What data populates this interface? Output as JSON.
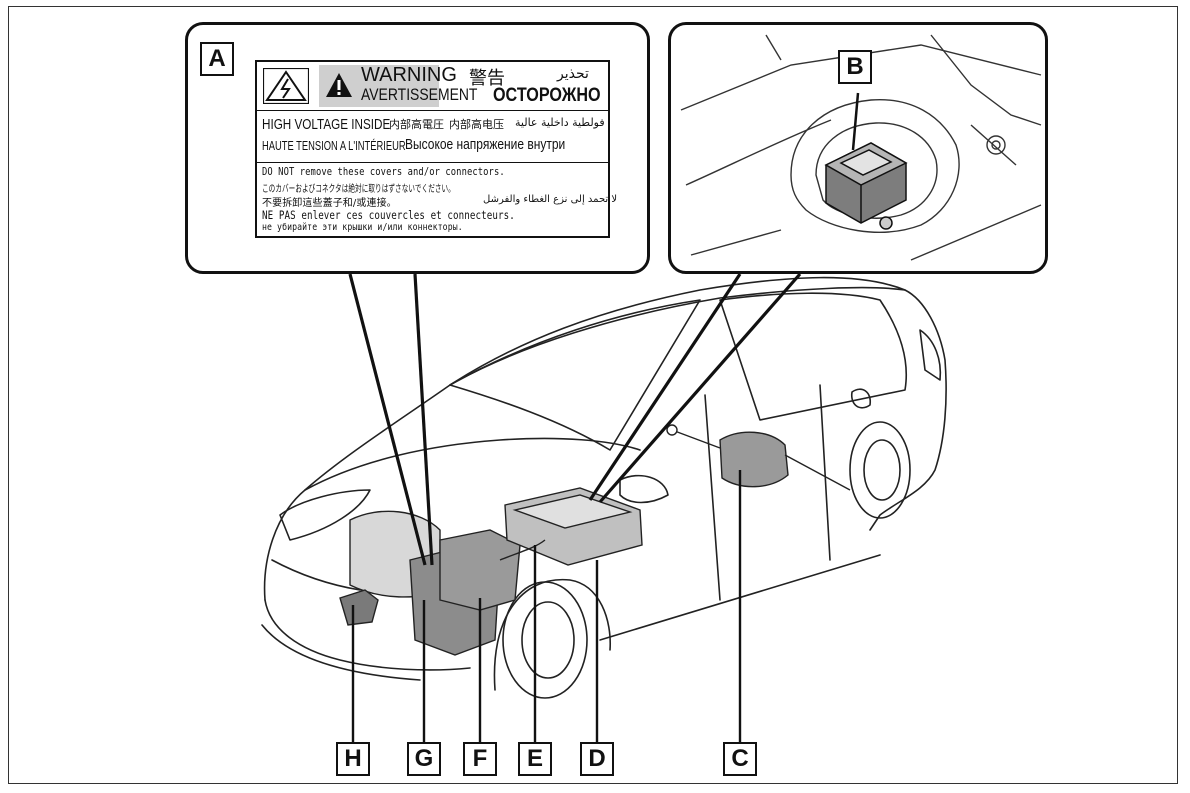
{
  "callout_a": {
    "letter": "A",
    "label": {
      "warning_en": "WARNING",
      "warning_fr": "AVERTISSEMENT",
      "warning_cjk": "警告",
      "warning_ar": "تحذير",
      "warning_ru": "ОСТОРОЖНО",
      "hv_en": "HIGH VOLTAGE INSIDE",
      "hv_ja": "内部高電圧",
      "hv_zh": "内部高电压",
      "hv_ar": "فولطية داخلية عالية",
      "hv_fr": "HAUTE TENSION A L'INTÉRIEUR",
      "hv_ru": "Высокое напряжение внутри",
      "line1": "DO NOT remove these covers and/or connectors.",
      "line2": "このカバーおよびコネクタは絶対に取りはずさないでください。",
      "line3_zh": "不要拆卸這些蓋子和/或連接。",
      "line3_ar": "لا تحمد إلى نزع الغطاء والفرشل",
      "line4": "NE PAS enlever ces couvercles et connecteurs.",
      "line5": "не убирайте эти крышки и/или коннекторы."
    }
  },
  "callout_b": {
    "letter": "B"
  },
  "letters": [
    "H",
    "G",
    "F",
    "E",
    "D",
    "C"
  ],
  "colors": {
    "ink": "#111111",
    "shade": "#cfcfcf",
    "component": "#9a9a9a"
  }
}
